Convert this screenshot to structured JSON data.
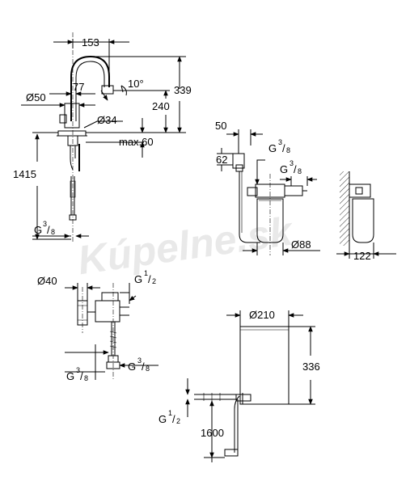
{
  "watermark": "Kúpelne.sk",
  "faucet": {
    "w153": "153",
    "w77": "77",
    "d50": "Ø50",
    "angle": "10°",
    "h339": "339",
    "h240": "240",
    "d34": "Ø34",
    "max60": "max.60",
    "h1415": "1415",
    "thread_g": "G",
    "thread_num": "3",
    "thread_den": "8"
  },
  "filter": {
    "w50": "50",
    "h62": "62",
    "thread1_g": "G",
    "thread1_num": "3",
    "thread1_den": "8",
    "thread2_g": "G",
    "thread2_num": "3",
    "thread2_den": "8",
    "d88": "Ø88",
    "w122": "122"
  },
  "valve": {
    "d40": "Ø40",
    "thread_top_g": "G",
    "thread_top_num": "1",
    "thread_top_den": "2",
    "thread_right_g": "G",
    "thread_right_num": "3",
    "thread_right_den": "8",
    "thread_left_g": "G",
    "thread_left_num": "3",
    "thread_left_den": "8"
  },
  "boiler": {
    "d210": "Ø210",
    "h336": "336",
    "thread_g": "G",
    "thread_num": "1",
    "thread_den": "2",
    "h1600": "1600"
  }
}
